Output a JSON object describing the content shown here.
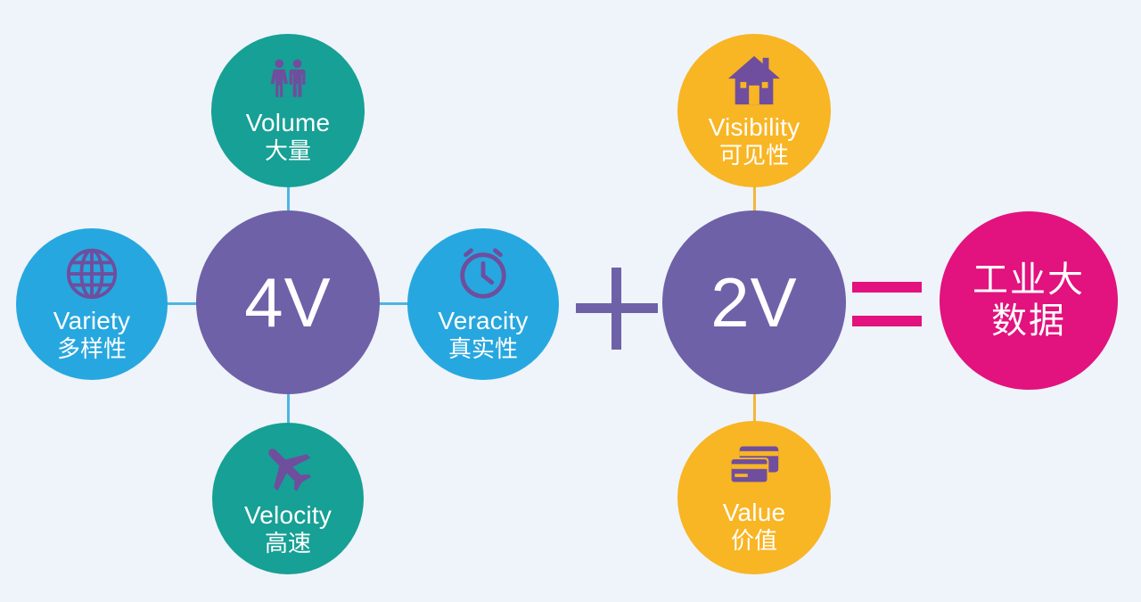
{
  "colors": {
    "background": "#eef4f9",
    "purple": "#6f61a8",
    "teal": "#17a095",
    "blue": "#27a7df",
    "orange": "#f8b524",
    "magenta": "#e2127e",
    "connector_blue": "#4fb4e3",
    "connector_orange": "#f3b63a"
  },
  "left_group": {
    "hub_label": "4V",
    "volume": {
      "icon": "people-icon",
      "en": "Volume",
      "zh": "大量"
    },
    "variety": {
      "icon": "globe-icon",
      "en": "Variety",
      "zh": "多样性"
    },
    "veracity": {
      "icon": "clock-icon",
      "en": "Veracity",
      "zh": "真实性"
    },
    "velocity": {
      "icon": "airplane-icon",
      "en": "Velocity",
      "zh": "高速"
    }
  },
  "right_group": {
    "hub_label": "2V",
    "visibility": {
      "icon": "house-icon",
      "en": "Visibility",
      "zh": "可见性"
    },
    "value": {
      "icon": "credit-card-icon",
      "en": "Value",
      "zh": "价值"
    }
  },
  "result": {
    "line1": "工业大",
    "line2": "数据"
  }
}
